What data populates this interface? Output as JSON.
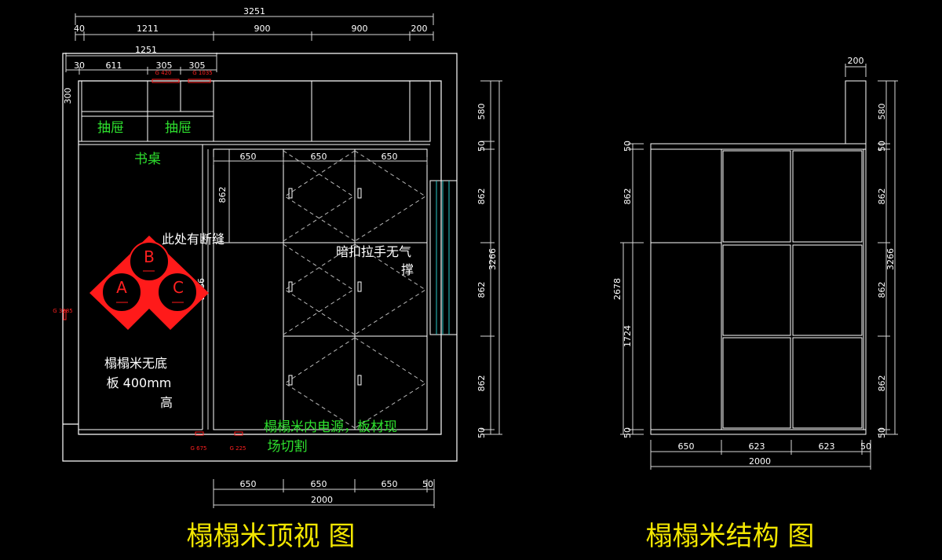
{
  "colors": {
    "background": "#000000",
    "lines": "#ffffff",
    "dimension_lines": "#d8d8d8",
    "dimension_text": "#ffffff",
    "annotation_red": "#ff2020",
    "annotation_green": "#2ee02e",
    "title_yellow": "#f2e600",
    "cyan_lines": "#29c7c7"
  },
  "left_view": {
    "title": "榻榻米顶视 图",
    "top_dims": {
      "overall": "3251",
      "d1": "40",
      "d2": "1211",
      "d3": "900",
      "d4": "900",
      "d5": "200"
    },
    "second_row": {
      "overall": "1251",
      "d1": "30",
      "d2": "611",
      "d3": "305",
      "d4": "305"
    },
    "left_dim": "300",
    "labels": {
      "drawer1": "抽屉",
      "drawer2": "抽屉",
      "desk": "书桌",
      "gap_note": "此处有断缝",
      "hidden_handle_line1": "暗扣拉手无气",
      "hidden_handle_line2": "撑",
      "tatami_no_bottom_line1": "榻榻米无底",
      "tatami_no_bottom_line2": "板 400mm",
      "tatami_no_bottom_line3": "高",
      "power_line1": "榻榻米内电源，板材现",
      "power_line2": "场切割"
    },
    "inner_dims": {
      "c1": "650",
      "c2": "650",
      "c3": "650",
      "v1": "862",
      "v2": "2686"
    },
    "red_marks": {
      "g420": "G 420",
      "g1035": "G 1035",
      "g3285": "G 3285",
      "g675": "G 675",
      "g225": "G 225"
    },
    "lift_symbol": {
      "a": "A",
      "b": "B",
      "c": "C"
    },
    "right_dims": {
      "r580": "580",
      "r50a": "50",
      "r862a": "862",
      "r862b": "862",
      "r862c": "862",
      "r50b": "50",
      "r3266": "3266"
    },
    "bottom_dims": {
      "b1": "650",
      "b2": "650",
      "b3": "650",
      "b4": "50",
      "total": "2000"
    }
  },
  "right_view": {
    "title": "榻榻米结构 图",
    "top_dim": "200",
    "left_dims": {
      "l50a": "50",
      "l862": "862",
      "l1724": "1724",
      "l50b": "50",
      "l2678": "2678"
    },
    "right_dims": {
      "r580": "580",
      "r50a": "50",
      "r862a": "862",
      "r862b": "862",
      "r862c": "862",
      "r50b": "50",
      "r3266": "3266"
    },
    "bottom_dims": {
      "b1": "650",
      "b2": "623",
      "b3": "623",
      "b4": "50",
      "total": "2000"
    }
  }
}
